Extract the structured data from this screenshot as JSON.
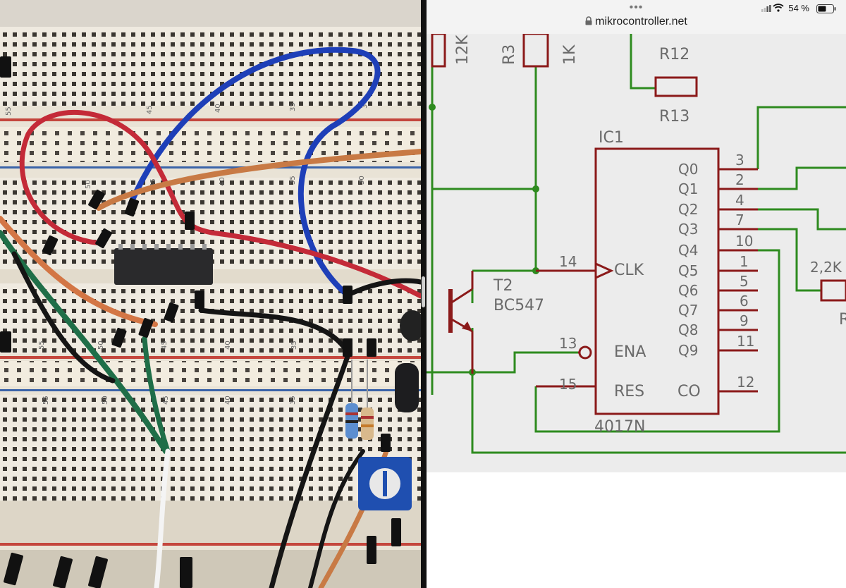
{
  "photo": {
    "description_labels": {
      "row_top": [
        "55",
        "45",
        "40",
        "35",
        "30"
      ],
      "row_mid": [
        "50",
        "45",
        "40",
        "35",
        "30"
      ],
      "row_low": [
        "55",
        "50",
        "45",
        "40",
        "35"
      ],
      "row_bottom": [
        "55",
        "50",
        "45",
        "40",
        "35"
      ]
    }
  },
  "status_bar": {
    "dots": "•••",
    "battery_text": "54 %",
    "url": "mikrocontroller.net"
  },
  "schematic": {
    "labels": {
      "r12": "R12",
      "r13": "R13",
      "r3": "R3",
      "r3_value": "1K",
      "r_left_value": "12K",
      "ic1": "IC1",
      "ic_part": "4017N",
      "t2": "T2",
      "t2_part": "BC547",
      "res_22k": "2,2K",
      "r_cut": "R",
      "clk": "CLK",
      "ena": "ENA",
      "res": "RES",
      "co": "CO"
    },
    "outputs": [
      "Q0",
      "Q1",
      "Q2",
      "Q3",
      "Q4",
      "Q5",
      "Q6",
      "Q7",
      "Q8",
      "Q9"
    ],
    "output_pins": [
      "3",
      "2",
      "4",
      "7",
      "10",
      "1",
      "5",
      "6",
      "9",
      "11"
    ],
    "input_pins": {
      "clk": "14",
      "ena": "13",
      "res": "15",
      "co": "12"
    },
    "colors": {
      "wire": "#2e8b1f",
      "component": "#8b1a1a",
      "text": "#6a6a6a"
    }
  }
}
